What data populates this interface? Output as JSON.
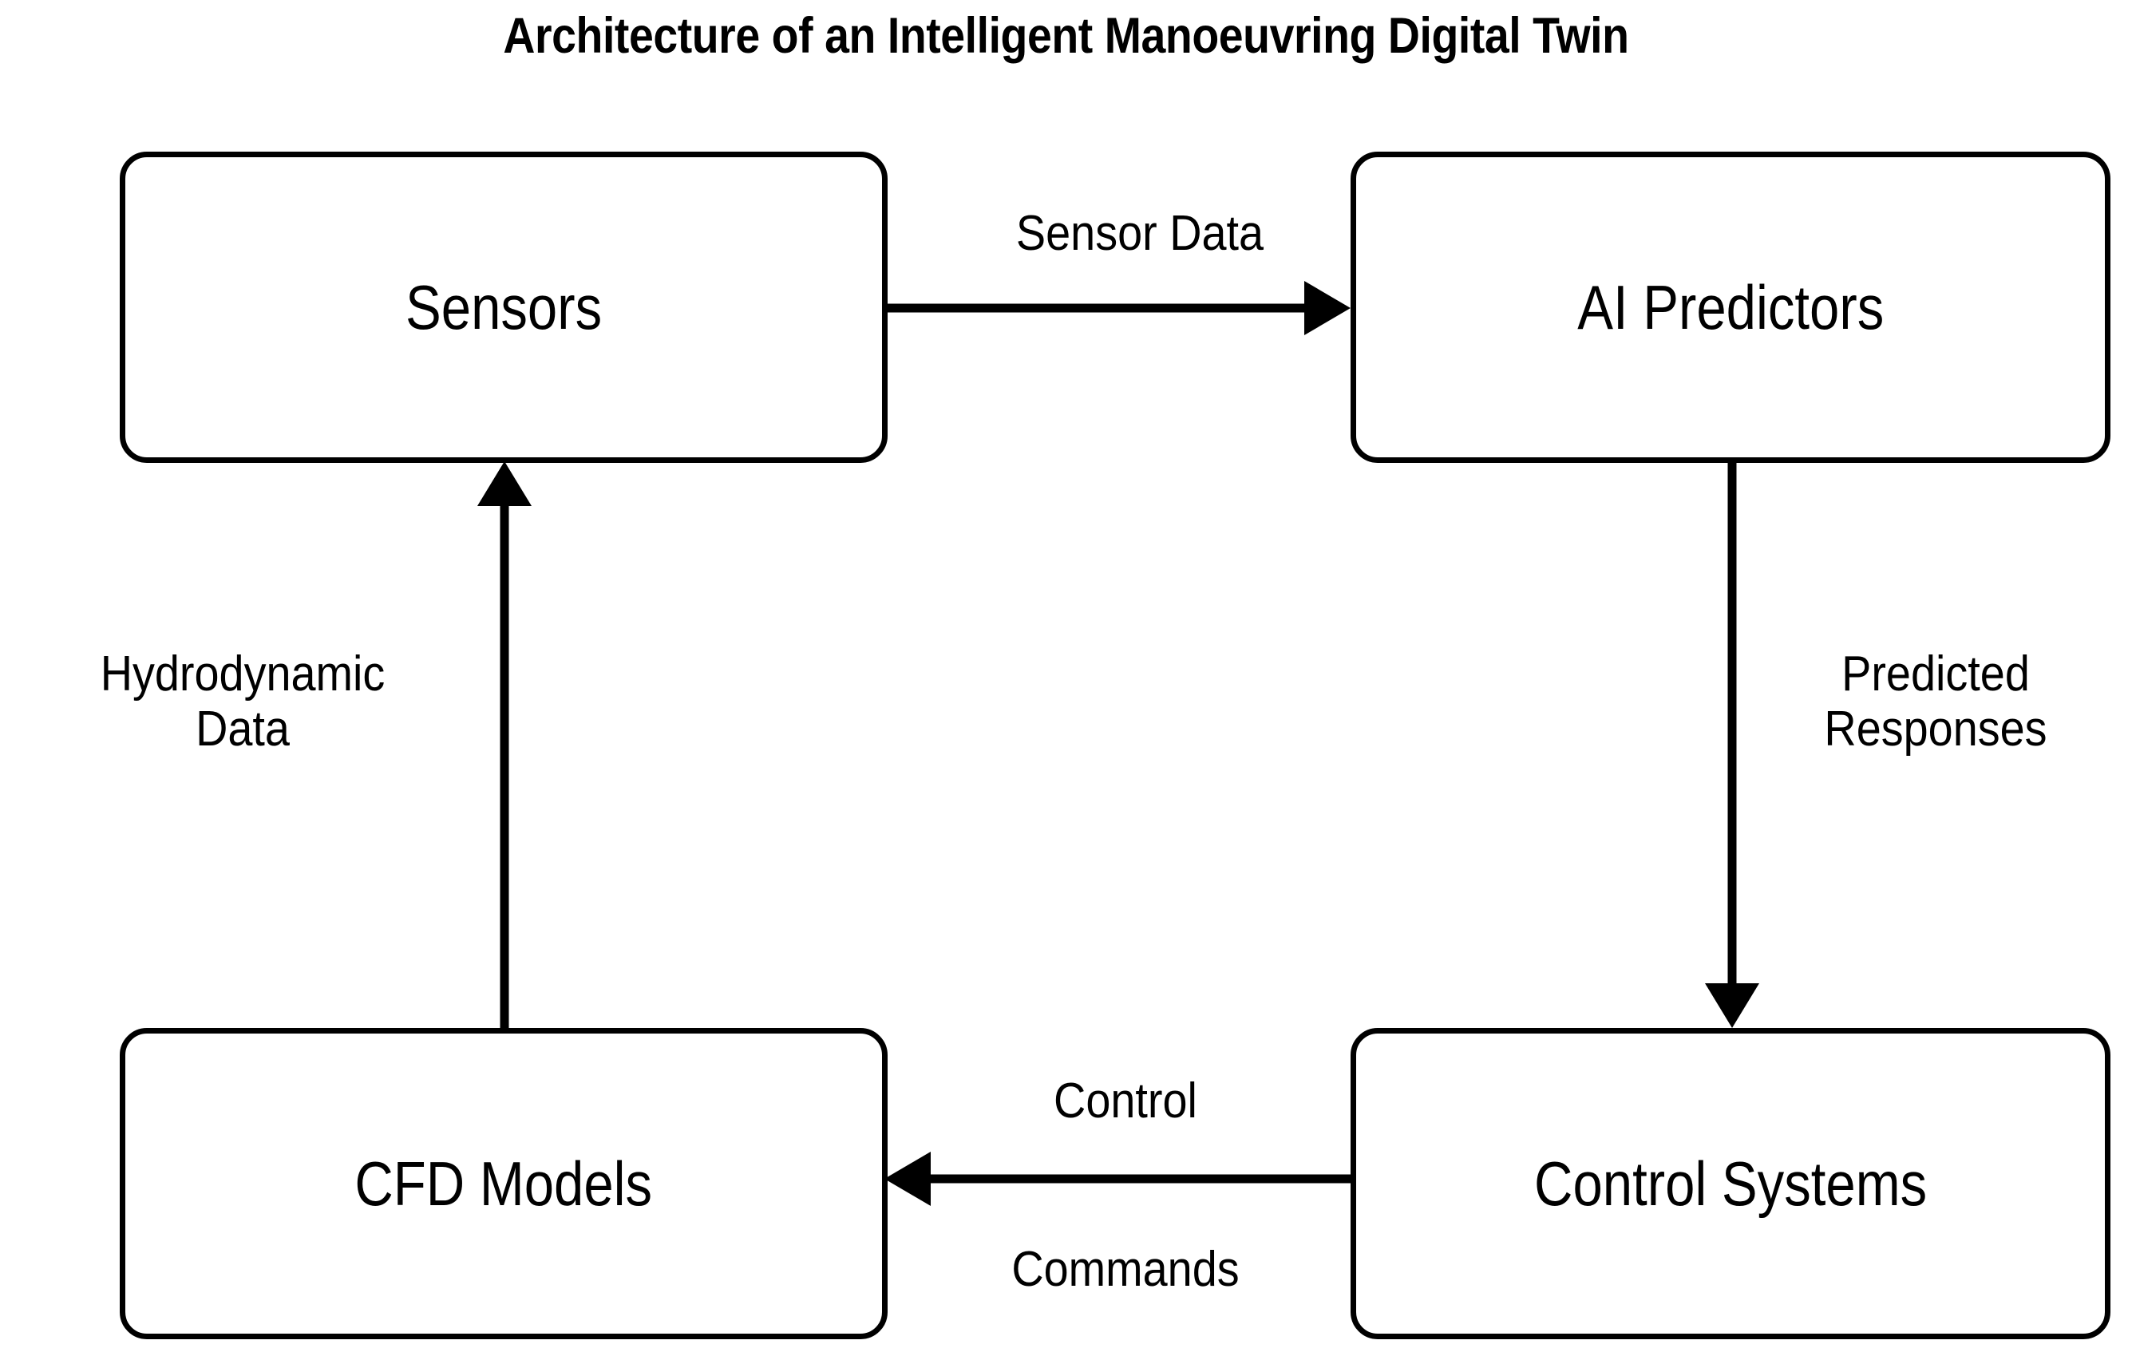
{
  "diagram": {
    "title": "Architecture of an Intelligent Manoeuvring Digital Twin",
    "background_color": "#ffffff",
    "stroke_color": "#000000",
    "type": "flowchart",
    "nodes": [
      {
        "id": "sensors",
        "label": "Sensors",
        "shape": "rounded-rectangle"
      },
      {
        "id": "ai_predictors",
        "label": "AI Predictors",
        "shape": "rounded-rectangle"
      },
      {
        "id": "cfd_models",
        "label": "CFD Models",
        "shape": "rounded-rectangle"
      },
      {
        "id": "control_systems",
        "label": "Control Systems",
        "shape": "rounded-rectangle"
      }
    ],
    "edges": [
      {
        "id": "sensors-to-ai",
        "from": "sensors",
        "to": "ai_predictors",
        "label": "Sensor Data",
        "direction": "right"
      },
      {
        "id": "ai-to-control",
        "from": "ai_predictors",
        "to": "control_systems",
        "label": "Predicted\nResponses",
        "direction": "down"
      },
      {
        "id": "control-to-cfd",
        "from": "control_systems",
        "to": "cfd_models",
        "label_above": "Control",
        "label_below": "Commands",
        "direction": "left"
      },
      {
        "id": "cfd-to-sensors",
        "from": "cfd_models",
        "to": "sensors",
        "label": "Hydrodynamic\nData",
        "direction": "up"
      }
    ]
  }
}
